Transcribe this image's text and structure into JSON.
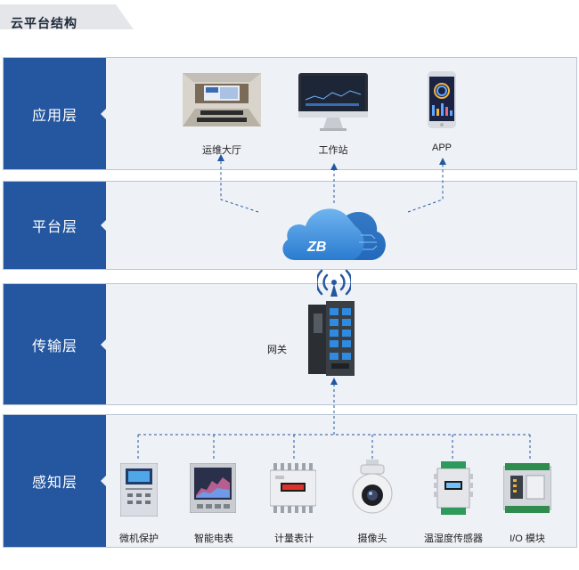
{
  "title": "云平台结构",
  "layers": [
    {
      "label": "应用层"
    },
    {
      "label": "平台层"
    },
    {
      "label": "传输层"
    },
    {
      "label": "感知层"
    }
  ],
  "application": [
    {
      "label": "运维大厅",
      "icon": "control-room-icon"
    },
    {
      "label": "工作站",
      "icon": "monitor-icon"
    },
    {
      "label": "APP",
      "icon": "smartphone-icon"
    }
  ],
  "platform": {
    "icon": "cloud-icon",
    "logo": "ZB"
  },
  "transport": {
    "label": "网关",
    "icon": "gateway-switch-icon"
  },
  "devices": [
    {
      "label": "微机保护",
      "icon": "protection-relay-icon"
    },
    {
      "label": "智能电表",
      "icon": "smart-meter-icon"
    },
    {
      "label": "计量表计",
      "icon": "energy-meter-icon"
    },
    {
      "label": "摄像头",
      "icon": "camera-icon"
    },
    {
      "label": "温湿度传感器",
      "icon": "sensor-icon"
    },
    {
      "label": "I/O 模块",
      "icon": "io-module-icon"
    }
  ],
  "colors": {
    "accent": "#2457a0",
    "panel": "#eef1f6",
    "cloud": "#3a8fd9"
  }
}
